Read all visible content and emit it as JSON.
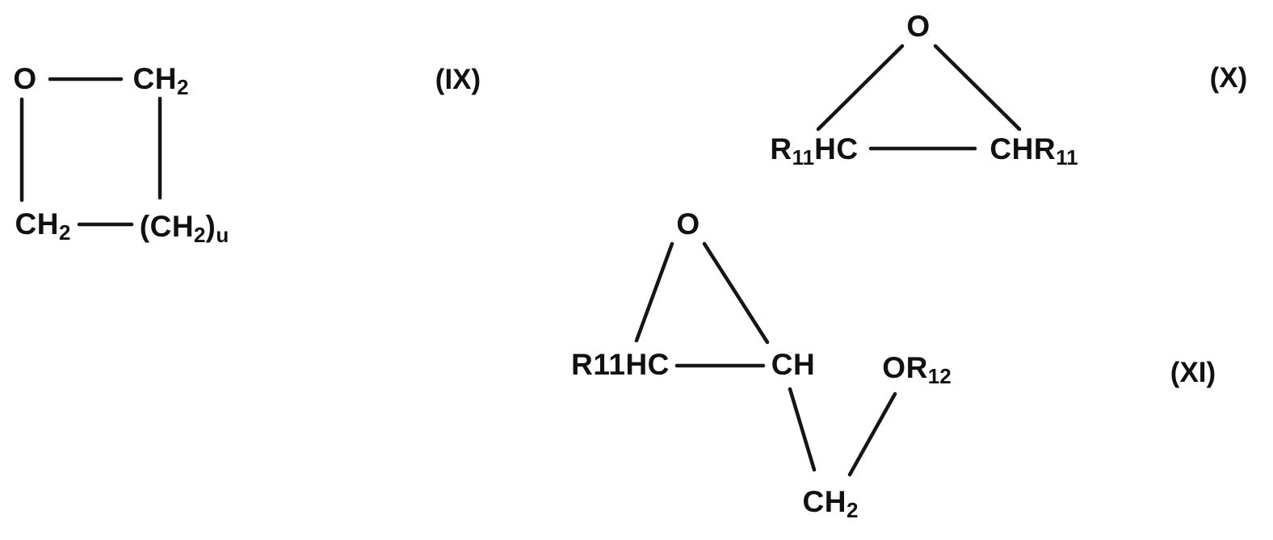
{
  "figure": {
    "ink_color": "#151515",
    "background_color": "#ffffff"
  },
  "structures": {
    "ix": {
      "label": "(IX)",
      "o": "O",
      "ch2_top_main": "CH",
      "ch2_top_sub": "2",
      "ch2_bottom_main": "CH",
      "ch2_bottom_sub": "2",
      "ch2u_open": "(CH",
      "ch2u_sub": "2",
      "ch2u_close": ")",
      "ch2u_u": "u"
    },
    "x": {
      "label": "(X)",
      "o": "O",
      "left_r": "R",
      "left_r_sub": "11",
      "left_hc": "HC",
      "right_chr": "CHR",
      "right_chr_sub": "11"
    },
    "xi": {
      "label": "(XI)",
      "o": "O",
      "left_group": "R11HC",
      "ch": "CH",
      "or_main": "OR",
      "or_sub": "12",
      "ch2_main": "CH",
      "ch2_sub": "2"
    }
  }
}
